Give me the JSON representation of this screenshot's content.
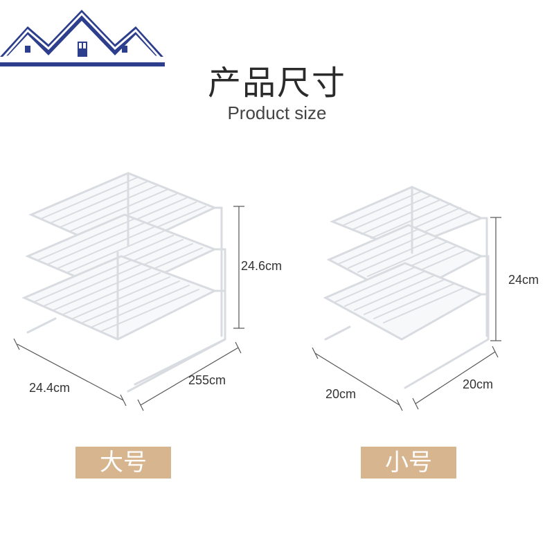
{
  "logo": {
    "icon": "house-roofs-logo",
    "colors": {
      "roof": "#2d3e8c",
      "roof_outline": "#ffffff",
      "base": "#2d3e8c"
    }
  },
  "header": {
    "title_cn": "产品尺寸",
    "title_en": "Product size"
  },
  "products": [
    {
      "badge": "大号",
      "height": "24.6cm",
      "depth": "24.4cm",
      "width": "255cm"
    },
    {
      "badge": "小号",
      "height": "24cm",
      "depth": "20cm",
      "width": "20cm"
    }
  ],
  "colors": {
    "badge": "#d7b58f",
    "badge_text": "#ffffff",
    "rack_wire": "#d8dbe0"
  }
}
